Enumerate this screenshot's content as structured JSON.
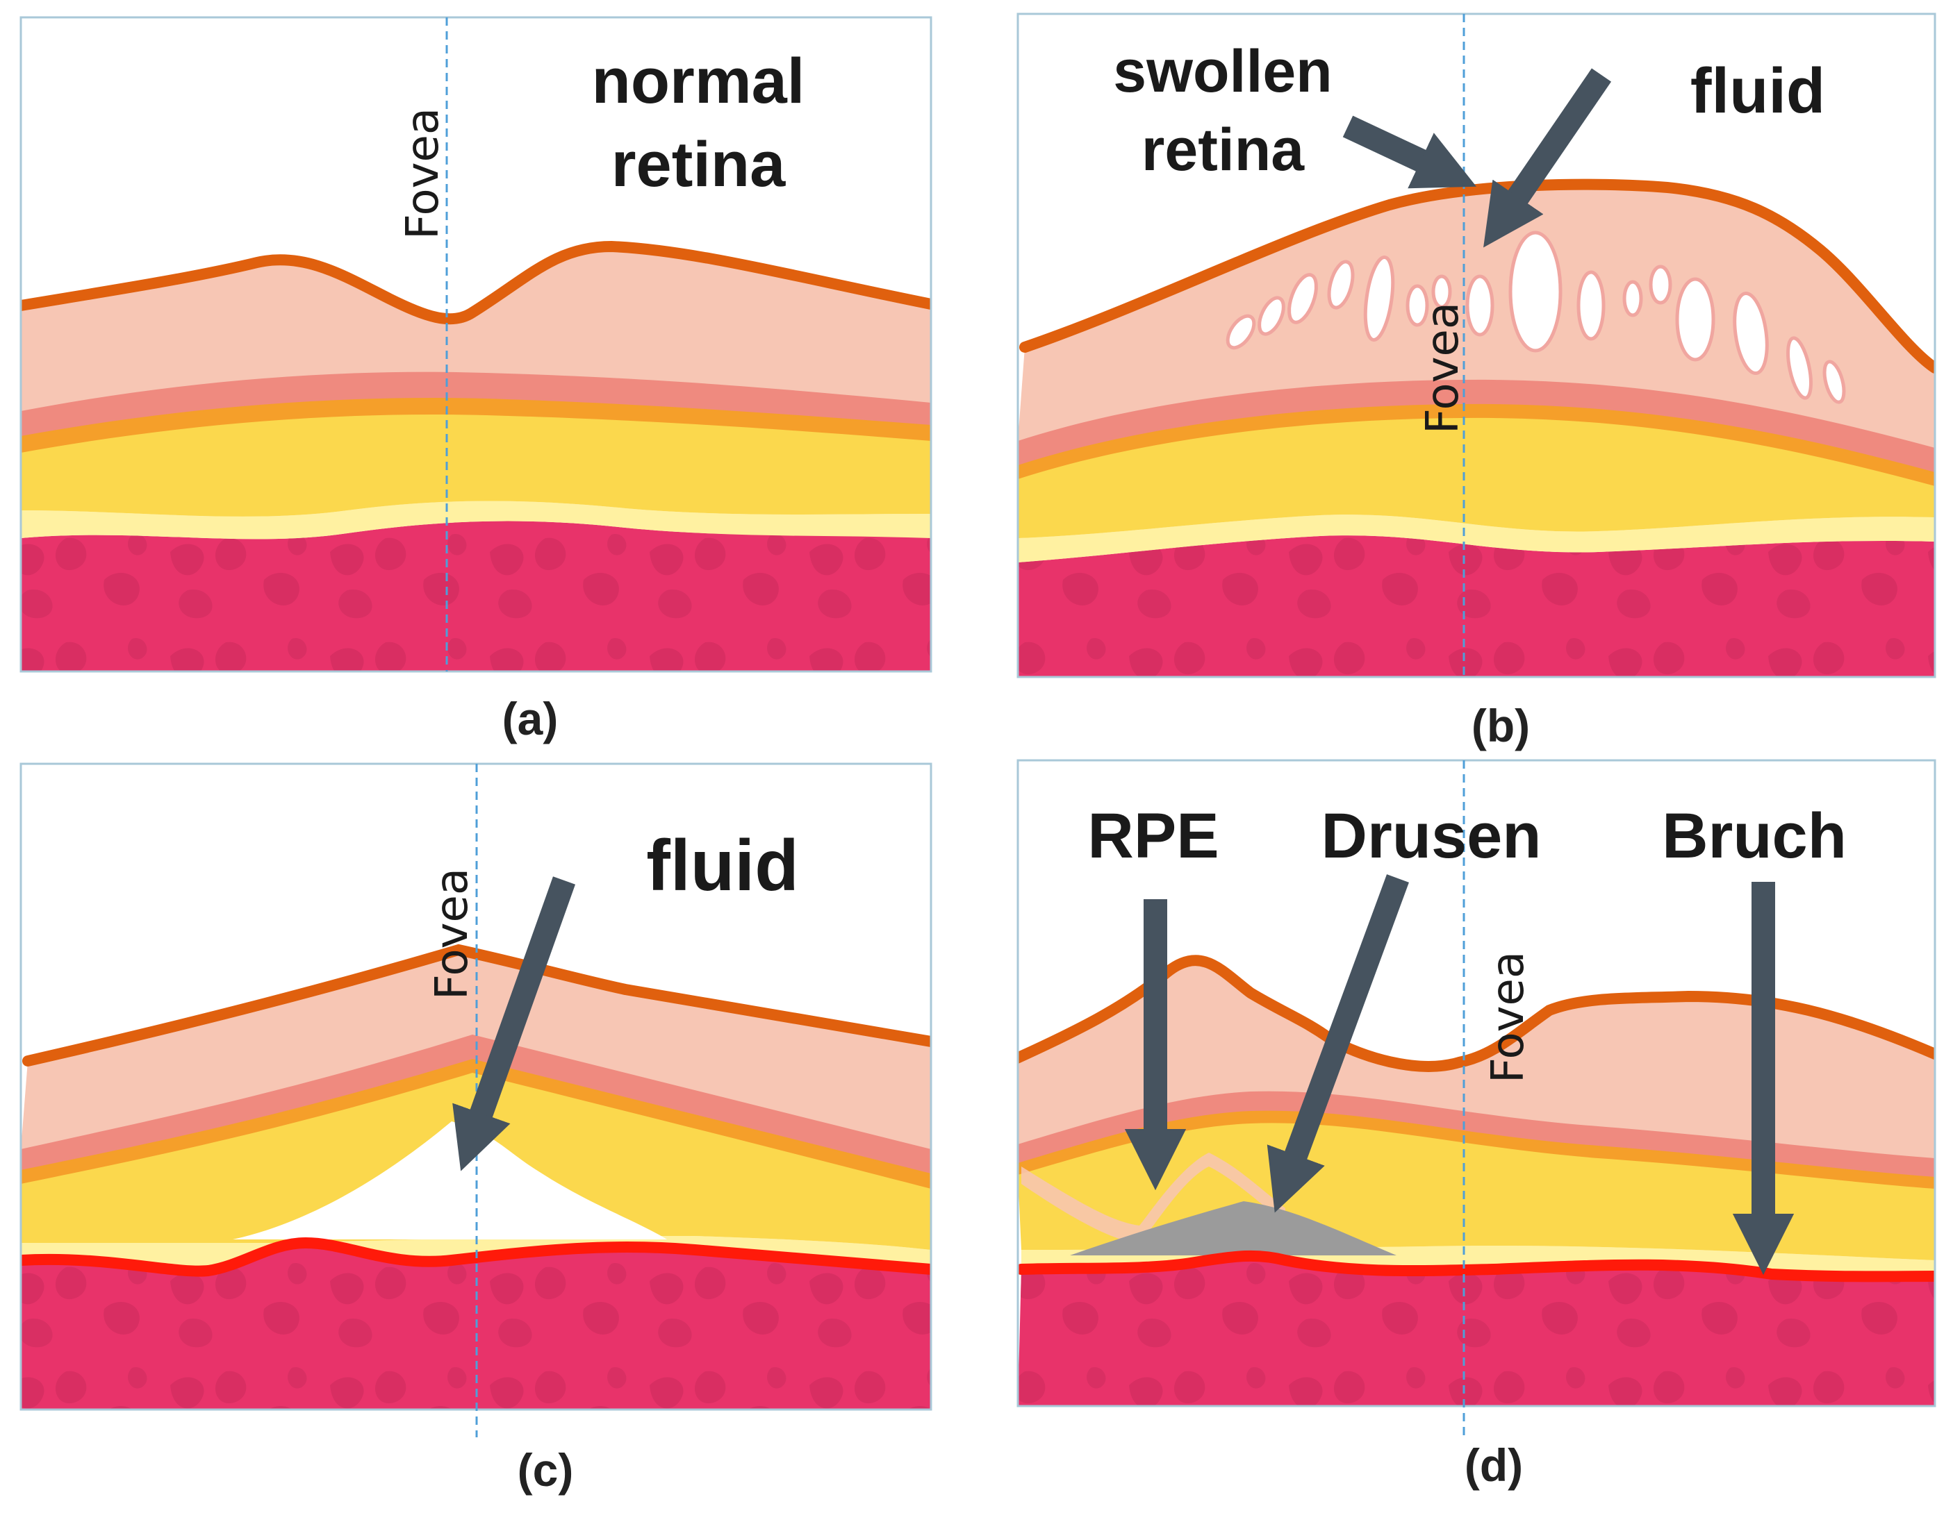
{
  "fovea_label": "Fovea",
  "panels": {
    "a": {
      "caption": "(a)",
      "label_line1": "normal",
      "label_line2": "retina"
    },
    "b": {
      "caption": "(b)",
      "swollen_line1": "swollen",
      "swollen_line2": "retina",
      "fluid": "fluid"
    },
    "c": {
      "caption": "(c)",
      "fluid": "fluid"
    },
    "d": {
      "caption": "(d)",
      "rpe": "RPE",
      "drusen": "Drusen",
      "bruch": "Bruch"
    }
  },
  "colors": {
    "retina_surface": "#e0600e",
    "retina_tissue": "#f7c6b4",
    "inner_band": "#ef8a7f",
    "orange_band": "#f59f2a",
    "yellow_layer": "#fbd84d",
    "pale_band": "#fff1a1",
    "choroid": "#e8336a",
    "choroid_texture": "#c92a5a",
    "bruch_line": "#ff1a0a",
    "drusen": "#9b9b9b",
    "arrow": "#46535f",
    "fovea_line": "#4f9fd8",
    "frame": "#a9c8d8"
  }
}
